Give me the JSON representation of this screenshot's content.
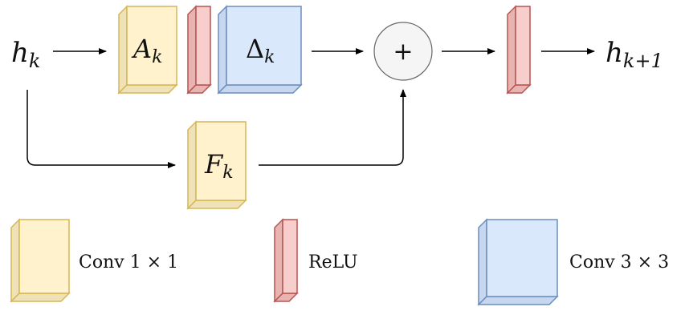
{
  "diagram": {
    "input": {
      "base": "h",
      "sub": "k"
    },
    "output": {
      "base": "h",
      "sub": "k+1"
    },
    "blocks": {
      "a_block": {
        "base": "A",
        "sub": "k"
      },
      "delta_block": {
        "base": "Δ",
        "sub": "k"
      },
      "f_block": {
        "base": "F",
        "sub": "k"
      }
    },
    "sum_symbol": "+"
  },
  "legend": {
    "conv1": "Conv 1 × 1",
    "relu": "ReLU",
    "conv3": "Conv 3 × 3"
  },
  "colors": {
    "conv1_face": "#fff2cc",
    "conv1_side": "#efe2b8",
    "conv1_stroke": "#d6b656",
    "relu_face": "#f8cecc",
    "relu_side": "#e8b4b2",
    "relu_stroke": "#b85450",
    "conv3_face": "#dae8fc",
    "conv3_side": "#c7d7ef",
    "conv3_stroke": "#6c8ebf",
    "sum_fill": "#f5f5f5",
    "sum_stroke": "#666666",
    "arrow": "#000000"
  }
}
